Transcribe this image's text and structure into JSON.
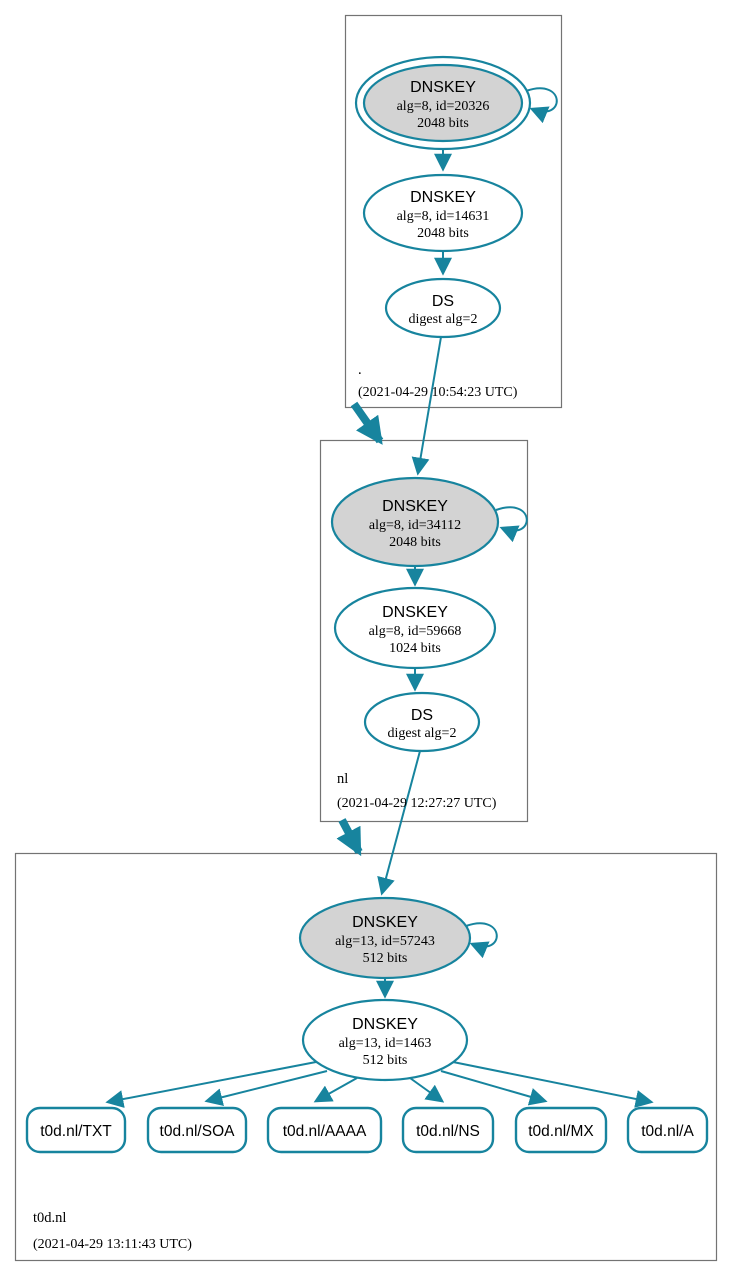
{
  "colors": {
    "secure_edge": "#17849e",
    "ksk_fill": "#d3d3d3",
    "node_fill": "#ffffff",
    "zone_border": "#737373",
    "text": "#000000"
  },
  "zones": [
    {
      "name": ".",
      "timestamp": "(2021-04-29 10:54:23 UTC)",
      "ksk": {
        "label": "DNSKEY",
        "alg": "alg=8, id=20326",
        "bits": "2048 bits"
      },
      "zsk": {
        "label": "DNSKEY",
        "alg": "alg=8, id=14631",
        "bits": "2048 bits"
      },
      "ds": {
        "label": "DS",
        "digest": "digest alg=2"
      }
    },
    {
      "name": "nl",
      "timestamp": "(2021-04-29 12:27:27 UTC)",
      "ksk": {
        "label": "DNSKEY",
        "alg": "alg=8, id=34112",
        "bits": "2048 bits"
      },
      "zsk": {
        "label": "DNSKEY",
        "alg": "alg=8, id=59668",
        "bits": "1024 bits"
      },
      "ds": {
        "label": "DS",
        "digest": "digest alg=2"
      }
    },
    {
      "name": "t0d.nl",
      "timestamp": "(2021-04-29 13:11:43 UTC)",
      "ksk": {
        "label": "DNSKEY",
        "alg": "alg=13, id=57243",
        "bits": "512 bits"
      },
      "zsk": {
        "label": "DNSKEY",
        "alg": "alg=13, id=1463",
        "bits": "512 bits"
      },
      "rrsets": [
        "t0d.nl/TXT",
        "t0d.nl/SOA",
        "t0d.nl/AAAA",
        "t0d.nl/NS",
        "t0d.nl/MX",
        "t0d.nl/A"
      ]
    }
  ]
}
